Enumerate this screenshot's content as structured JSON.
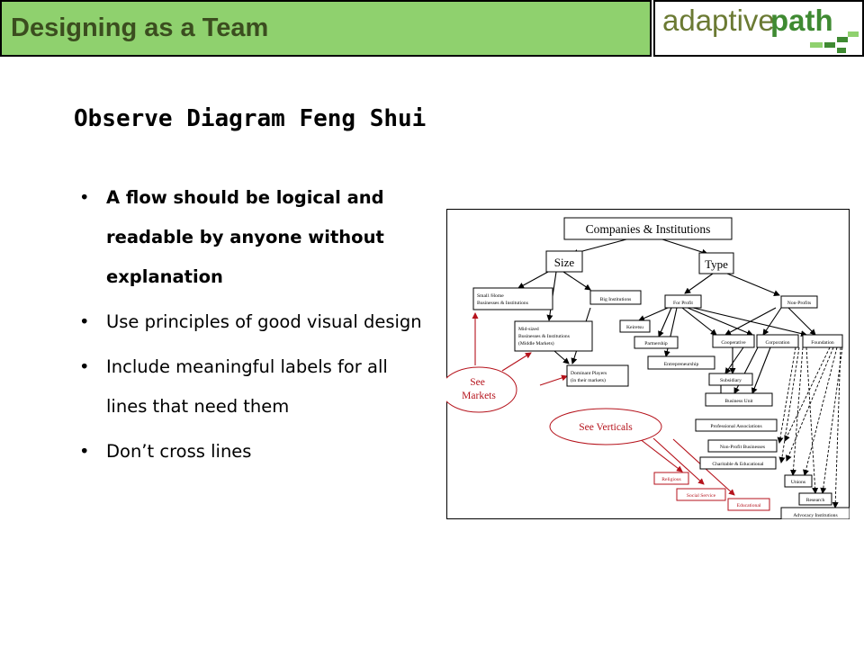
{
  "header": {
    "title": "Designing as a Team"
  },
  "logo": {
    "word1": "adaptive",
    "word2": "path"
  },
  "slide": {
    "title": "Observe Diagram Feng Shui"
  },
  "bullets": [
    "A flow should be logical and readable by anyone without explanation",
    "Use principles of good visual design",
    "Include meaningful labels for all lines that need them",
    "Don’t cross lines"
  ],
  "diagram": {
    "root": "Companies & Institutions",
    "size": "Size",
    "type": "Type",
    "small_home": [
      "Small /Home",
      "Businesses & Institutions"
    ],
    "big_institutions": "Big Institutions",
    "mid_sized": [
      "Mid-sized",
      "Businesses & Institutions",
      "(Middle Markets)"
    ],
    "dominant_players": [
      "Dominant Players",
      "(in their markets)"
    ],
    "for_profit": "For Profit",
    "non_profits": "Non-Profits",
    "keiretsu": "Keiretsu",
    "partnership": "Partnership",
    "entrepreneurship": "Entrepreneurship",
    "cooperative": "Cooperative",
    "corporation": "Corporation",
    "foundation": "Foundation",
    "subsidiary": "Subsidiary",
    "business_unit": "Business Unit",
    "professional_associations": "Professional Associations",
    "non_profit_businesses": "Non-Profit Businesses",
    "charitable_educational": "Charitable & Educational",
    "unions": "Unions",
    "research": "Research",
    "advocacy_institutions": "Advocacy Institutions",
    "see_markets": [
      "See",
      "Markets"
    ],
    "see_verticals": "See Verticals",
    "religious": "Religious",
    "social_service": "Social Service",
    "educational": "Educational"
  },
  "colors": {
    "header_green": "#8fd16e",
    "callout_red": "#b5121b",
    "logo_green": "#3f8a32"
  }
}
